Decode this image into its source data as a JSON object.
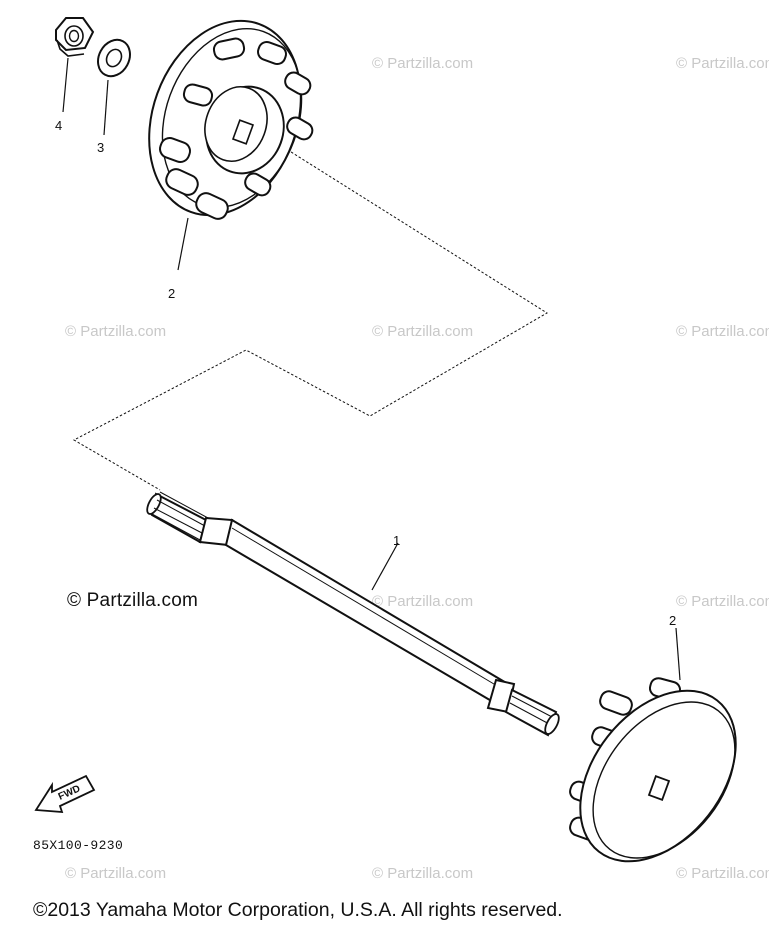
{
  "watermark": "© Partzilla.com",
  "credit": "© Partzilla.com",
  "part_code": "85X100-9230",
  "copyright": "©2013 Yamaha Motor Corporation, U.S.A. All rights reserved.",
  "fwd_label": "FWD",
  "callouts": {
    "shaft": "1",
    "impeller_upper": "2",
    "impeller_lower": "2",
    "washer": "3",
    "nut": "4"
  },
  "colors": {
    "ink": "#111111",
    "watermark": "#c8c8c8",
    "background": "#ffffff"
  }
}
